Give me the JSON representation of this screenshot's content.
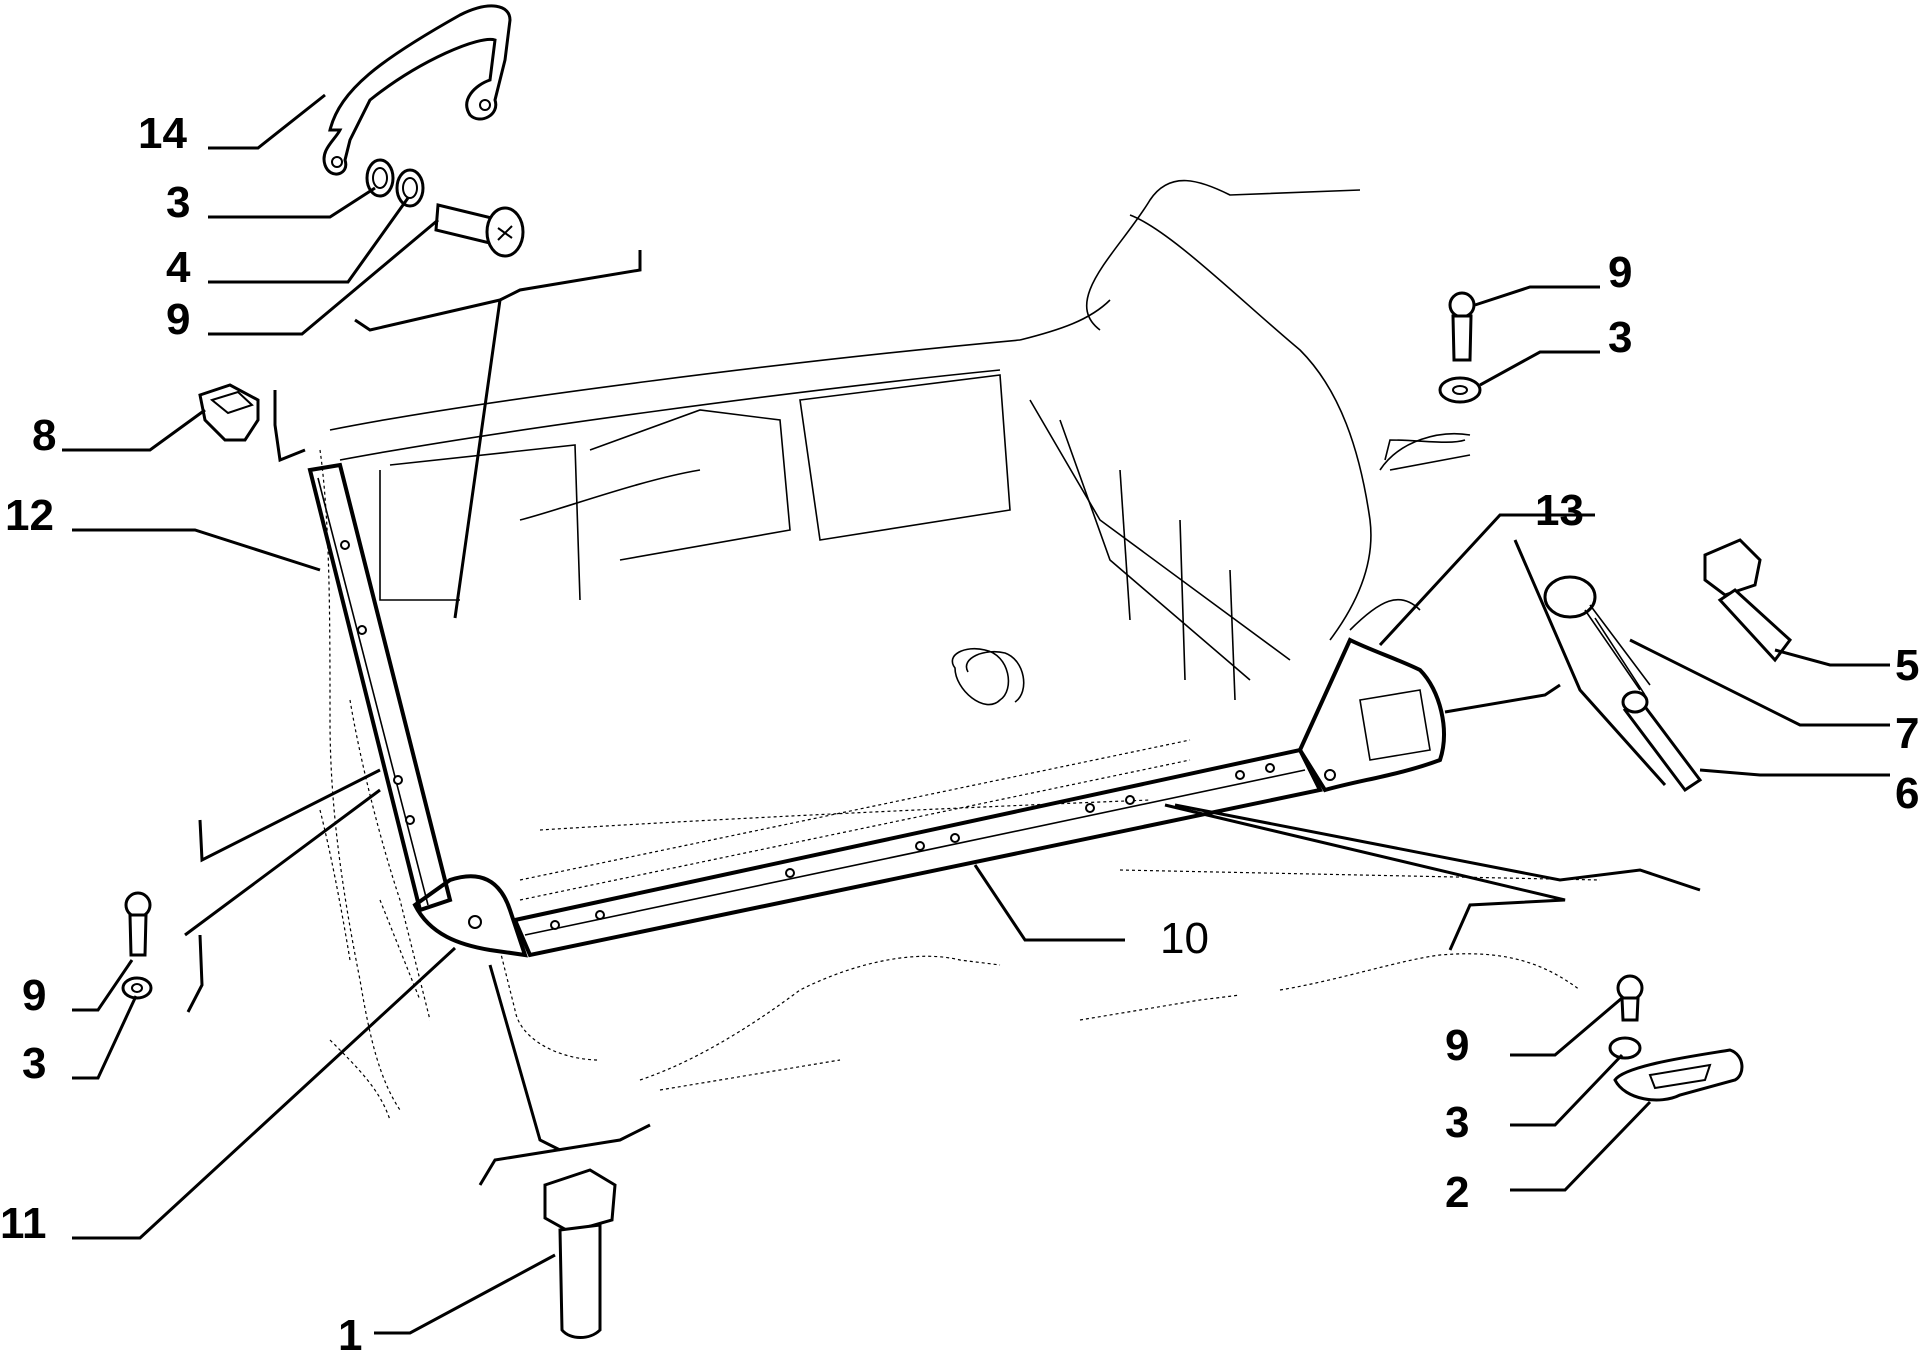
{
  "diagram": {
    "callouts": [
      {
        "id": "c14",
        "label": "14"
      },
      {
        "id": "c3a",
        "label": "3"
      },
      {
        "id": "c4",
        "label": "4"
      },
      {
        "id": "c9a",
        "label": "9"
      },
      {
        "id": "c8",
        "label": "8"
      },
      {
        "id": "c12",
        "label": "12"
      },
      {
        "id": "c9b",
        "label": "9"
      },
      {
        "id": "c3b",
        "label": "3"
      },
      {
        "id": "c11",
        "label": "11"
      },
      {
        "id": "c1",
        "label": "1"
      },
      {
        "id": "c10",
        "label": "10"
      },
      {
        "id": "c9c",
        "label": "9"
      },
      {
        "id": "c3c",
        "label": "3"
      },
      {
        "id": "c13",
        "label": "13"
      },
      {
        "id": "c5",
        "label": "5"
      },
      {
        "id": "c7",
        "label": "7"
      },
      {
        "id": "c6",
        "label": "6"
      },
      {
        "id": "c9d",
        "label": "9"
      },
      {
        "id": "c3d",
        "label": "3"
      },
      {
        "id": "c2",
        "label": "2"
      }
    ]
  }
}
